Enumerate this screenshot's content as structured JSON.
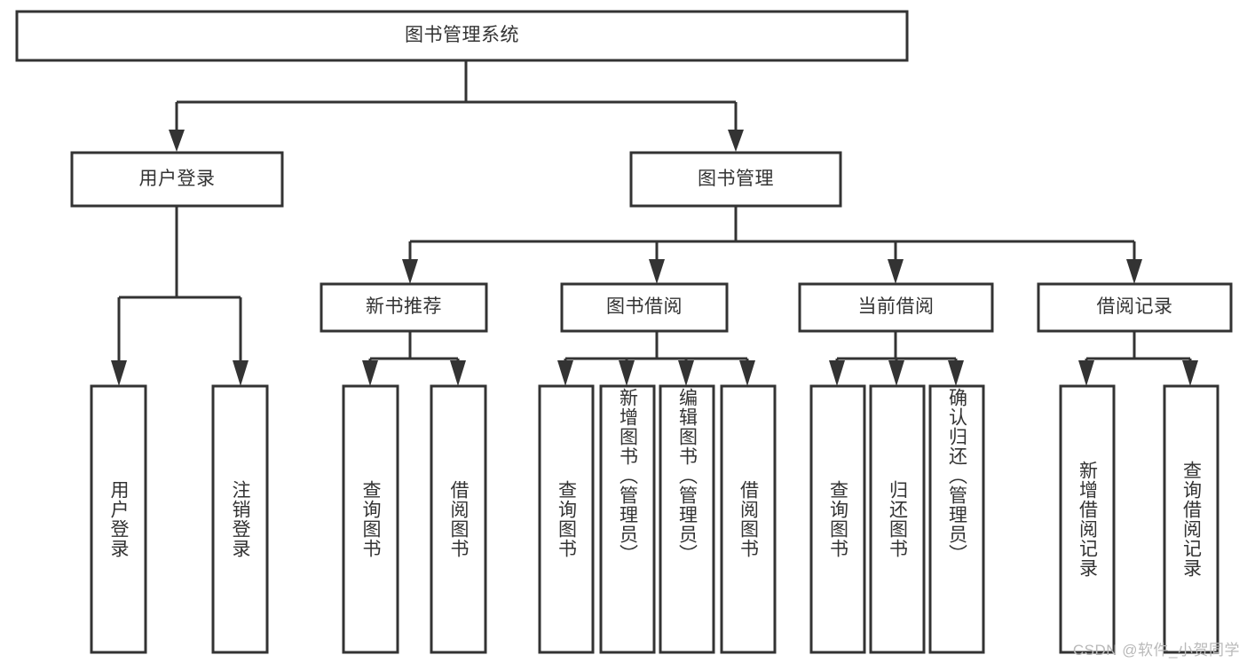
{
  "diagram": {
    "title": "图书管理系统",
    "type": "tree",
    "background_color": "#ffffff",
    "line_color": "#333333",
    "text_color": "#333333",
    "nodes": {
      "root": {
        "label": "图书管理系统"
      },
      "level2": [
        {
          "id": "user-login",
          "label": "用户登录"
        },
        {
          "id": "book-manage",
          "label": "图书管理"
        }
      ],
      "level3": [
        {
          "id": "new-book-rec",
          "label": "新书推荐"
        },
        {
          "id": "book-borrow",
          "label": "图书借阅"
        },
        {
          "id": "current-borrow",
          "label": "当前借阅"
        },
        {
          "id": "borrow-record",
          "label": "借阅记录"
        }
      ],
      "leaves": [
        {
          "id": "leaf-user-login",
          "label": "用户登录",
          "parent": "user-login"
        },
        {
          "id": "leaf-user-logout",
          "label": "注销登录",
          "parent": "user-login"
        },
        {
          "id": "leaf-query-book-1",
          "label": "查询图书",
          "parent": "new-book-rec"
        },
        {
          "id": "leaf-borrow-book-1",
          "label": "借阅图书",
          "parent": "new-book-rec"
        },
        {
          "id": "leaf-query-book-2",
          "label": "查询图书",
          "parent": "book-borrow"
        },
        {
          "id": "leaf-add-book",
          "label": "新增图书（管理员）",
          "parent": "book-borrow"
        },
        {
          "id": "leaf-edit-book",
          "label": "编辑图书（管理员）",
          "parent": "book-borrow"
        },
        {
          "id": "leaf-borrow-book-2",
          "label": "借阅图书",
          "parent": "book-borrow"
        },
        {
          "id": "leaf-query-book-3",
          "label": "查询图书",
          "parent": "current-borrow"
        },
        {
          "id": "leaf-return-book",
          "label": "归还图书",
          "parent": "current-borrow"
        },
        {
          "id": "leaf-confirm-return",
          "label": "确认归还（管理员）",
          "parent": "current-borrow"
        },
        {
          "id": "leaf-add-record",
          "label": "新增借阅记录",
          "parent": "borrow-record"
        },
        {
          "id": "leaf-query-record",
          "label": "查询借阅记录",
          "parent": "borrow-record"
        }
      ]
    }
  },
  "watermark": {
    "text": "CSDN @软件_小贺同学"
  }
}
